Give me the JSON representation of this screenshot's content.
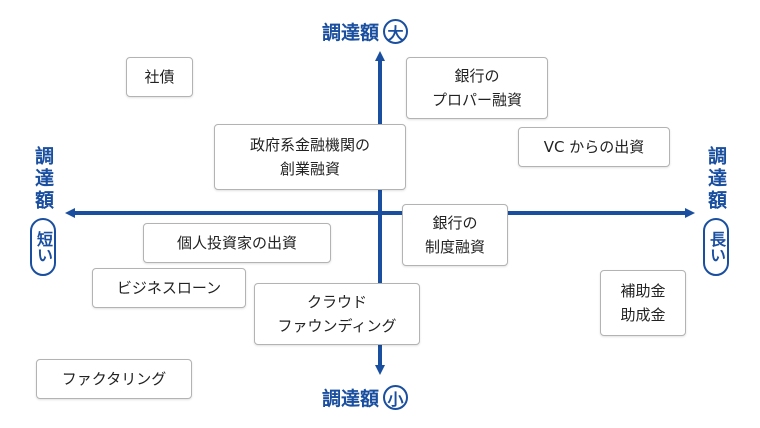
{
  "axes": {
    "top": {
      "text": "調達額",
      "badge": "大"
    },
    "bottom": {
      "text": "調達額",
      "badge": "小"
    },
    "left": {
      "text": "調達額",
      "badge": "短い"
    },
    "right": {
      "text": "調達額",
      "badge": "長い"
    }
  },
  "items": {
    "shasai": "社債",
    "bank_proper": "銀行の\nプロパー融資",
    "govt": "政府系金融機関の\n創業融資",
    "vc": "VC からの出資",
    "kojin": "個人投資家の出資",
    "bank_seido": "銀行の\n制度融資",
    "business_loan": "ビジネスローン",
    "crowd": "クラウド\nファウンディング",
    "hojo": "補助金\n助成金",
    "factoring": "ファクタリング"
  },
  "colors": {
    "accent": "#1a4fa0",
    "box_border": "#b3b3b3",
    "text": "#222222"
  }
}
